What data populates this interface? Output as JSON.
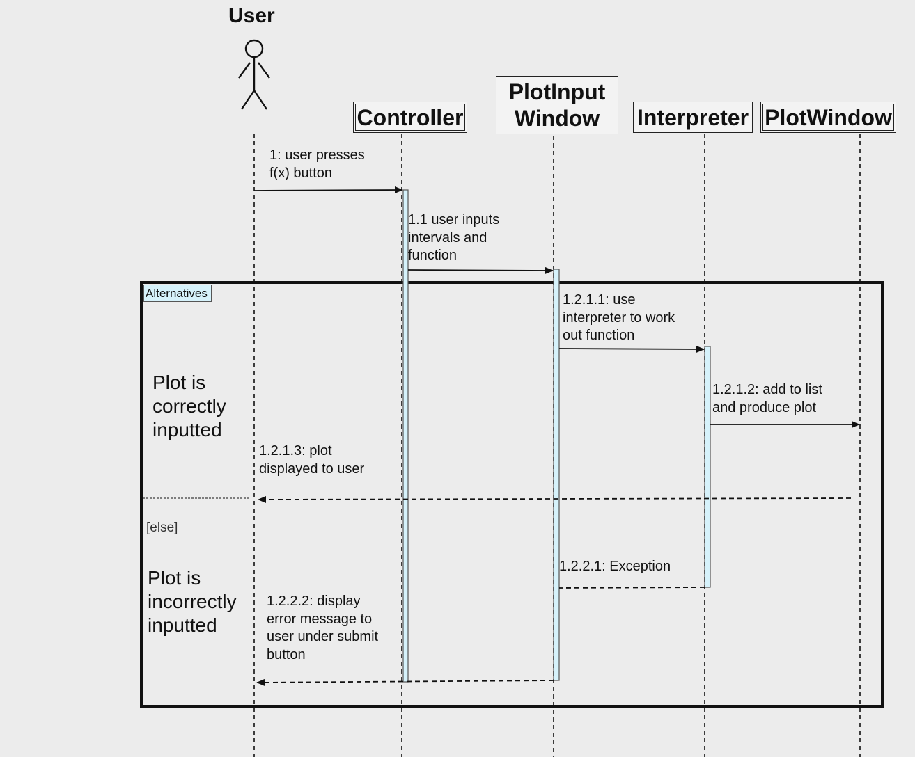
{
  "actors": {
    "user": {
      "name": "User"
    },
    "controller": {
      "name": "Controller"
    },
    "plotinput": {
      "name": "PlotInput\nWindow"
    },
    "interpreter": {
      "name": "Interpreter"
    },
    "plotwindow": {
      "name": "PlotWindow"
    }
  },
  "fragment": {
    "operator": "Alternatives",
    "operand1_condition": "Plot is\ncorrectly\ninputted",
    "operand2_guard": "[else]",
    "operand2_condition": "Plot is\nincorrectly\ninputted"
  },
  "messages": {
    "m1": "1: user presses\nf(x) button",
    "m1_1": "1.1 user inputs\nintervals and\nfunction",
    "m1_2_1_1": "1.2.1.1: use\ninterpreter to work\nout function",
    "m1_2_1_2": "1.2.1.2: add to list\nand produce plot",
    "m1_2_1_3": "1.2.1.3: plot\ndisplayed to user",
    "m1_2_2_1": "1.2.2.1: Exception",
    "m1_2_2_2": "1.2.2.2: display\nerror message to\nuser under submit\nbutton"
  },
  "colors": {
    "background": "#ececec",
    "activation_fill": "#d6f2fb",
    "line": "#111111"
  }
}
